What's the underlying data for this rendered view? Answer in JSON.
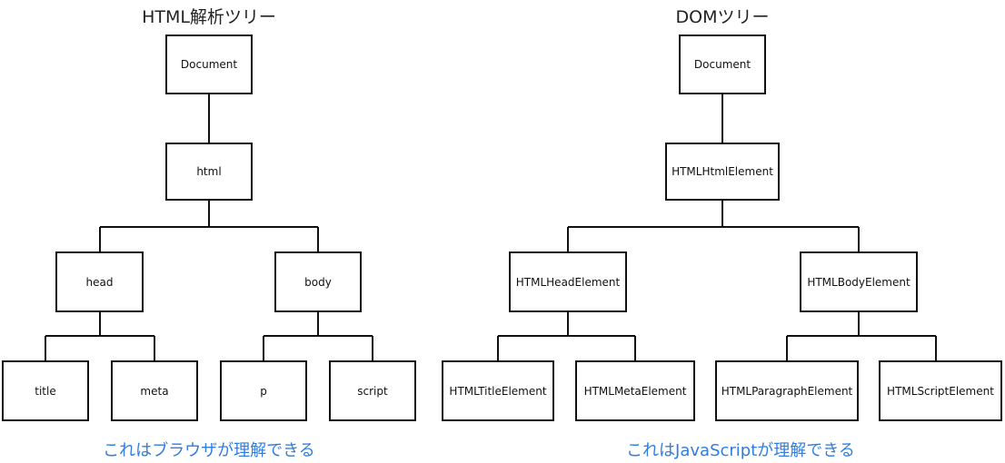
{
  "theme": {
    "line_color": "#111111",
    "caption_color": "#2f7de1"
  },
  "left_tree": {
    "title": "HTML解析ツリー",
    "caption": "これはブラウザが理解できる",
    "nodes": {
      "document": "Document",
      "html": "html",
      "head": "head",
      "body": "body",
      "title": "title",
      "meta": "meta",
      "p": "p",
      "script": "script"
    }
  },
  "right_tree": {
    "title": "DOMツリー",
    "caption": "これはJavaScriptが理解できる",
    "nodes": {
      "document": "Document",
      "html": "HTMLHtmlElement",
      "head": "HTMLHeadElement",
      "body": "HTMLBodyElement",
      "title": "HTMLTitleElement",
      "meta": "HTMLMetaElement",
      "p": "HTMLParagraphElement",
      "script": "HTMLScriptElement"
    }
  }
}
